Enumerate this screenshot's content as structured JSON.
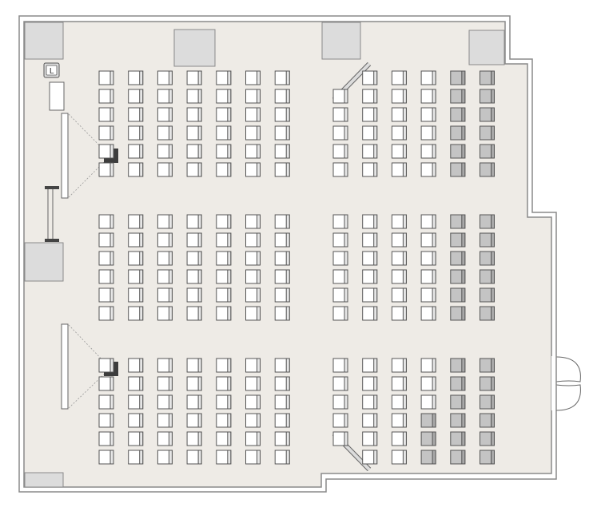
{
  "floor_plan": {
    "colors": {
      "floor": "#eeebe6",
      "wall": "#8a8a8a",
      "pillar": "#dcdcdc",
      "seat_free": "#ffffff",
      "seat_taken": "#c4c4c4",
      "seat_stroke": "#555555",
      "camera": "#3d3d3d",
      "screen_fill": "#ffffff"
    },
    "lectern_label": "L",
    "blocks": [
      {
        "name": "left-top",
        "rows": 6,
        "cols": 7,
        "taken": [
          [],
          [],
          [],
          [],
          [],
          []
        ]
      },
      {
        "name": "left-middle",
        "rows": 6,
        "cols": 7,
        "taken": [
          [],
          [],
          [],
          [],
          [],
          []
        ]
      },
      {
        "name": "left-bottom",
        "rows": 6,
        "cols": 7,
        "taken": [
          [],
          [],
          [],
          [],
          [],
          []
        ]
      },
      {
        "name": "right-top",
        "rows": 6,
        "cols": 6,
        "taken": [
          [
            4,
            5
          ],
          [
            4,
            5
          ],
          [
            4,
            5
          ],
          [
            4,
            5
          ],
          [
            4,
            5
          ],
          [
            4,
            5
          ]
        ]
      },
      {
        "name": "right-middle",
        "rows": 6,
        "cols": 6,
        "taken": [
          [
            4,
            5
          ],
          [
            4,
            5
          ],
          [
            4,
            5
          ],
          [
            4,
            5
          ],
          [
            4,
            5
          ],
          [
            4,
            5
          ]
        ]
      },
      {
        "name": "right-bottom",
        "rows": 6,
        "cols": 6,
        "taken": [
          [
            4,
            5
          ],
          [
            4,
            5
          ],
          [
            4,
            5
          ],
          [
            3,
            4,
            5
          ],
          [
            3,
            4,
            5
          ],
          [
            3,
            4,
            5
          ]
        ]
      }
    ],
    "right_blocks_missing_first_seat": {
      "right-top": [
        0
      ],
      "right-bottom": [
        5
      ]
    }
  }
}
